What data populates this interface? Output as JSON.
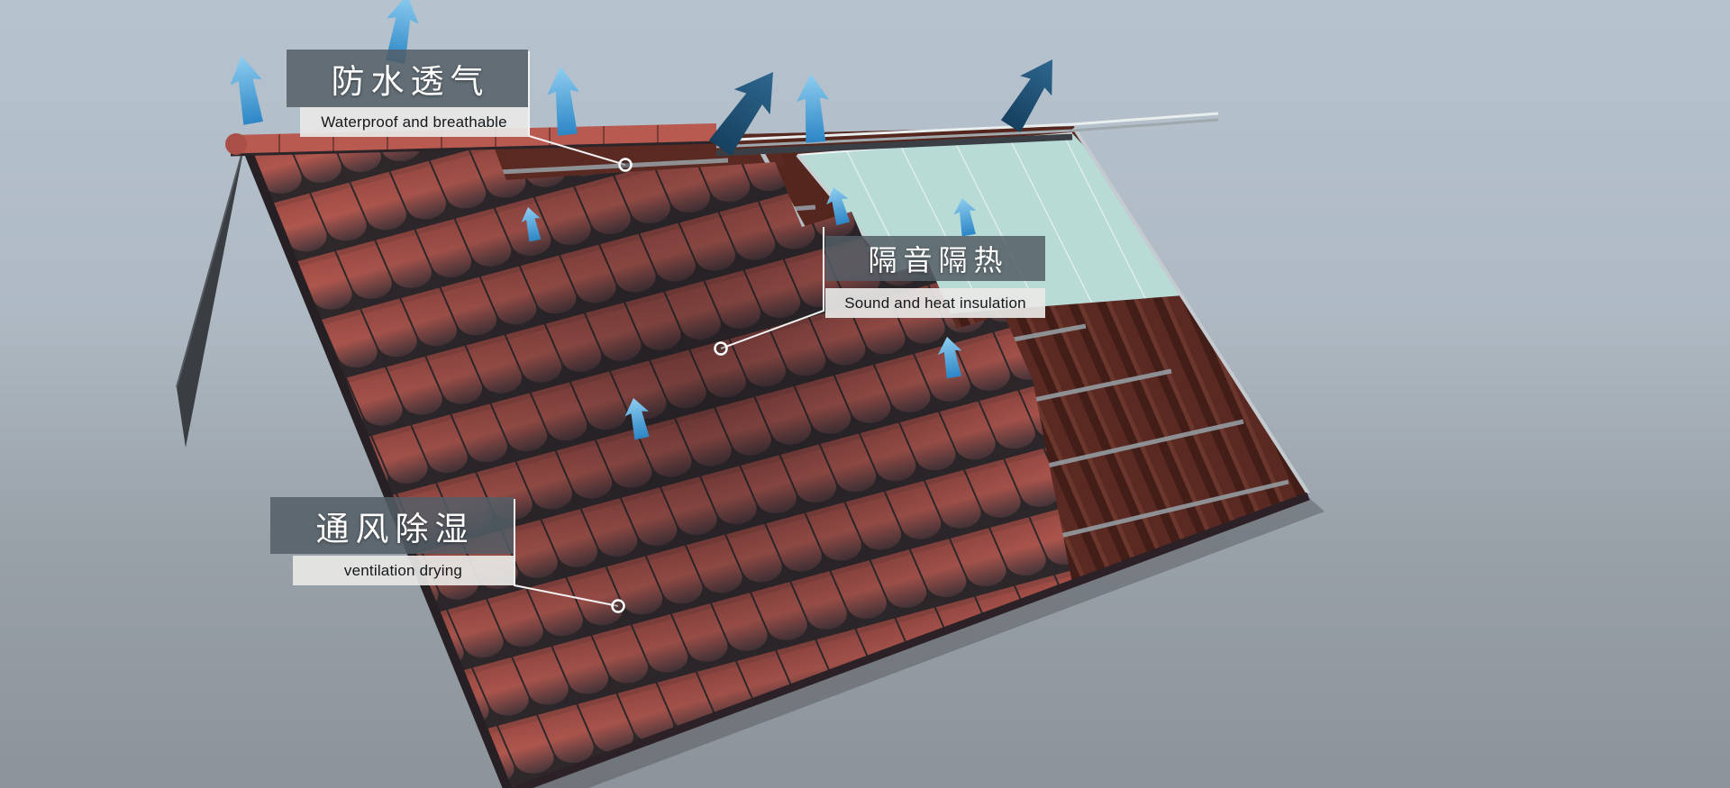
{
  "callouts": {
    "waterproof": {
      "zh": "防水透气",
      "en": "Waterproof and breathable"
    },
    "insulation": {
      "zh": "隔音隔热",
      "en": "Sound and heat insulation"
    },
    "ventilation": {
      "zh": "通风除湿",
      "en": "ventilation drying"
    }
  },
  "colors": {
    "sky_top": "#b6c3ce",
    "sky_bottom": "#8d939a",
    "arrow_blue_light": "#8ecdf0",
    "arrow_blue": "#2c86c6",
    "arrow_navy_light": "#2e678f",
    "arrow_navy": "#16405f",
    "tile_red_light": "#b0574e",
    "tile_red": "#9c4a43",
    "tile_shadow": "#46353a",
    "membrane_maroon": "#54261e",
    "panel_teal": "#b8dbd6",
    "ridge_red": "#b85a50",
    "label_dark_bg": "rgba(84,94,102,0.85)",
    "label_light_bg": "rgba(232,232,230,0.92)"
  }
}
